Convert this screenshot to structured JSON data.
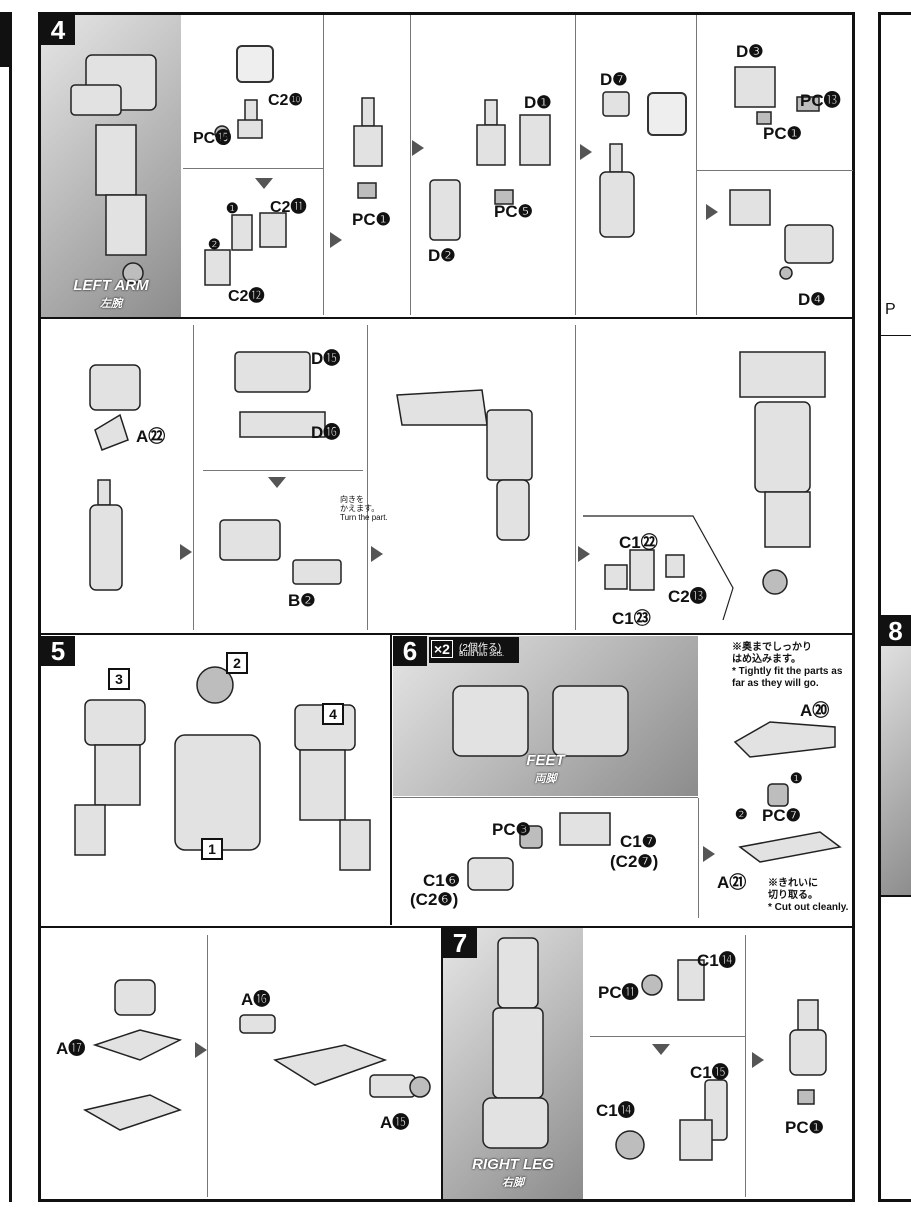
{
  "step4": {
    "number": "4",
    "caption_en": "LEFT ARM",
    "caption_jp": "左腕",
    "labels": {
      "c2_10": "C2❿",
      "pc15": "PC⓯",
      "c2_11": "C2⓫",
      "c2_12": "C2⓬",
      "pc1a": "PC❶",
      "d1": "D❶",
      "d2": "D❷",
      "pc5": "PC❺",
      "d7": "D❼",
      "d3": "D❸",
      "pc13": "PC⓭",
      "pc1b": "PC❶",
      "d4": "D❹",
      "n1": "❶",
      "n2": "❷"
    }
  },
  "step4b": {
    "labels": {
      "a22": "A㉒",
      "d15": "D⓯",
      "d16": "D⓰",
      "b2": "B❷",
      "c1_22": "C1㉒",
      "c2_13": "C2⓭",
      "c1_23": "C1㉓"
    },
    "turn_note": "向きを\nかえます。\nTurn the part."
  },
  "step5": {
    "number": "5",
    "labels": {
      "p1": "1",
      "p2": "2",
      "p3": "3",
      "p4": "4"
    }
  },
  "step6": {
    "number": "6",
    "multiplier": "×2",
    "multiplier_jp": "(2個作る)",
    "multiplier_en": "Build two sets.",
    "caption_en": "FEET",
    "caption_jp": "両脚",
    "labels": {
      "pc3": "PC❸",
      "c1_7": "C1❼",
      "c2_7": "(C2❼)",
      "c1_6": "C1❻",
      "c2_6": "(C2❻)",
      "a20": "A⑳",
      "pc7": "PC❼",
      "a21": "A㉑",
      "n1": "❶",
      "n2": "❷"
    },
    "note_top": "※奥までしっかり\n  はめ込みます。\n* Tightly fit the parts as\n  far as they will go.",
    "note_bottom": "※きれいに\n  切り取る。\n* Cut out cleanly."
  },
  "step6b": {
    "labels": {
      "a17": "A⓱",
      "a16": "A⓰",
      "a15": "A⓯"
    }
  },
  "step7": {
    "number": "7",
    "caption_en": "RIGHT LEG",
    "caption_jp": "右脚",
    "labels": {
      "pc11": "PC⓫",
      "c1_14a": "C1⓮",
      "c1_15": "C1⓯",
      "c1_14b": "C1⓮",
      "pc1": "PC❶"
    }
  },
  "step8": {
    "number": "8"
  },
  "edge": {
    "letter_p": "P"
  }
}
